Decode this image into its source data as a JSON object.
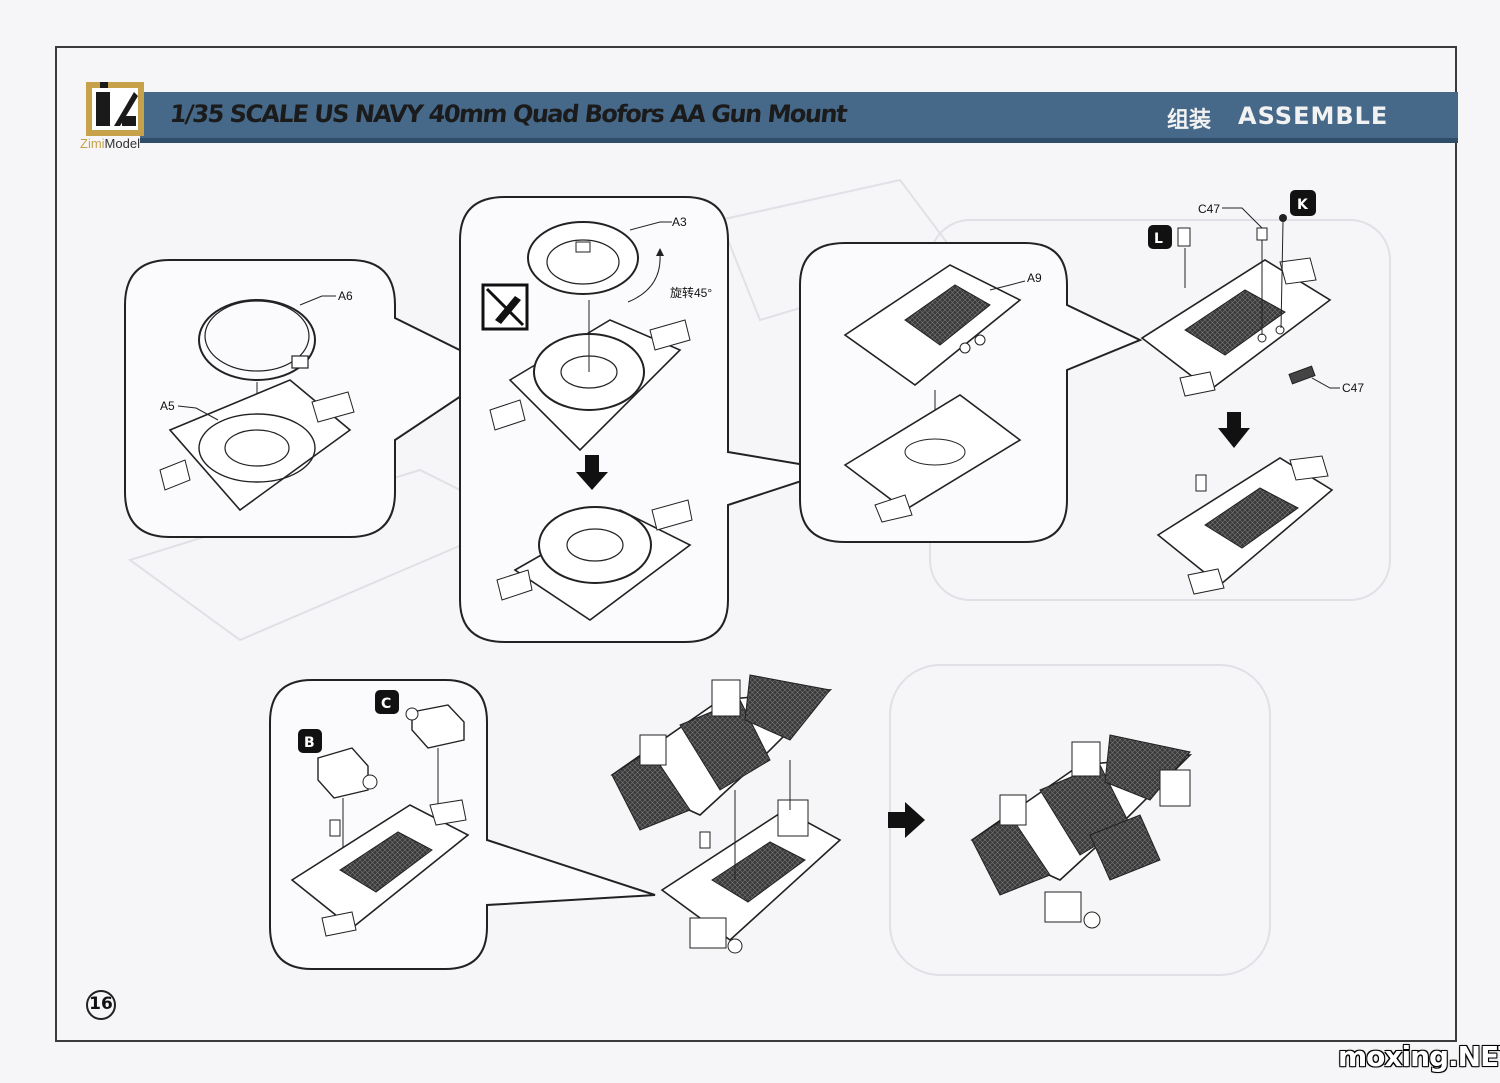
{
  "header": {
    "title": "1/35 SCALE US NAVY 40mm Quad Bofors AA Gun Mount",
    "assemble_zh": "组装",
    "assemble_en": "ASSEMBLE",
    "bar_color": "#46698a"
  },
  "logo": {
    "text_part1": "Zimi",
    "text_part2": "Model"
  },
  "parts": {
    "a6": "A6",
    "a5": "A5",
    "a3": "A3",
    "a9": "A9",
    "c47_top": "C47",
    "c47_side": "C47",
    "rotate_note": "旋转45°"
  },
  "badges": {
    "k": "K",
    "l": "L",
    "b": "B",
    "c": "C"
  },
  "icons": {
    "no_glue": "no-glue-icon",
    "down_arrow": "down-arrow-icon",
    "right_arrow": "right-arrow-icon"
  },
  "page_number": "16",
  "watermark": "moxing.NET"
}
